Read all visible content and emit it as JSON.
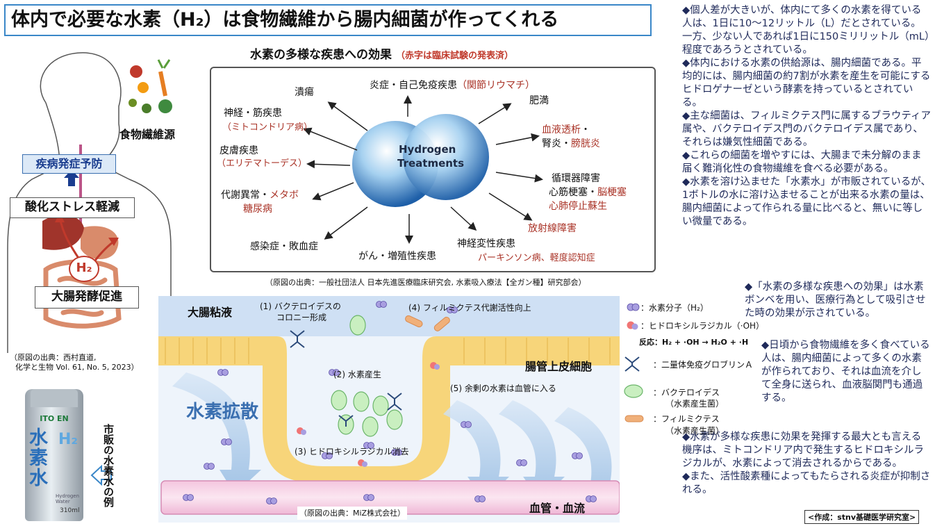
{
  "title": "体内で必要な水素（H₂）は食物繊維から腸内細菌が作ってくれる",
  "left_figure": {
    "food_label": "食物繊維源",
    "box_prevention": "疾病発症予防",
    "box_oxidative": "酸化ストレス軽減",
    "box_fermentation": "大腸発酵促進",
    "h2": "H₂",
    "cite_line1": "（原図の出典：西村直道,",
    "cite_line2": "化学と生物 Vol. 61, No. 5, 2023）"
  },
  "product": {
    "brand": "ITO EN",
    "name": "水素水",
    "h2": "H₂",
    "sub": "Hydrogen Water",
    "volume": "310ml",
    "caption": "市販の水素水の例"
  },
  "center_figure": {
    "title": "水素の多様な疾患への効果",
    "note": "（赤字は臨床試験の発表済）",
    "center_line1": "Hydrogen",
    "center_line2": "Treatments",
    "labels": {
      "ulcer": "潰瘍",
      "inflam_black": "炎症・自己免疫疾患",
      "inflam_red": "（関節リウマチ）",
      "obesity": "肥満",
      "neuro_black": "神経・筋疾患",
      "neuro_red": "（ミトコンドリア病）",
      "dialysis_red1": "血液透析",
      "dialysis_black1": "・",
      "dialysis_black2": "腎炎・",
      "dialysis_red2": "膀胱炎",
      "skin_black": "皮膚疾患",
      "skin_red": "（エリテマトーデス）",
      "circ_black1": "循環器障害",
      "circ_black2": "心筋梗塞・",
      "circ_red1": "脳梗塞",
      "circ_red2": "心肺停止蘇生",
      "meta_black": "代謝異常・",
      "meta_red1": "メタボ",
      "meta_red2": "糖尿病",
      "radiation_red": "放射線障害",
      "infection": "感染症・敗血症",
      "cancer": "がん・増殖性疾患",
      "neurodeg_black": "神経変性疾患",
      "neurodeg_red": "パーキンソン病、軽度認知症"
    },
    "cite": "（原図の出典：一般社団法人 日本先進医療臨床研究会, 水素吸入療法【全ガン種】研究部会）"
  },
  "bottom_figure": {
    "mucus": "大腸粘液",
    "epithelium": "腸管上皮細胞",
    "diffusion": "水素拡散",
    "vessel": "血管・血流",
    "step1_line1": "(1) バクテロイデスの",
    "step1_line2": "コロニー形成",
    "step2": "(2) 水素産生",
    "step3": "(3) ヒドロキシルラジカル消去",
    "step4": "(4) フィルミクテス代謝活性向上",
    "step5": "(5) 余剰の水素は血管に入る",
    "cite": "（原図の出典：MiZ株式会社）"
  },
  "legend": {
    "h2": "：水素分子（H₂）",
    "oh": "：ヒドロキシルラジカル（·OH）",
    "reaction": "反応：H₂ + ·OH → H₂O + ·H",
    "igA": "：二量体免疫グロブリンＡ",
    "bact_line1": "：バクテロイデス",
    "bact_line2": "（水素産生菌）",
    "firm_line1": "：フィルミクテス",
    "firm_line2": "（水素産生菌）"
  },
  "right_text": [
    "◆個人差が大きいが、体内にて多くの水素を得ている人は、1日に10〜12リットル（L）だとされている。一方、少ない人であれば1日に150ミリリットル（mL）程度であろうとされている。",
    "◆体内における水素の供給源は、腸内細菌である。平均的には、腸内細菌の約7割が水素を産生を可能にするヒドロゲナーゼという酵素を持っているとされている。",
    "◆主な細菌は、フィルミクテス門に属するブラウティア属や、バクテロイデス門のバクテロイデス属であり、それらは嫌気性細菌である。",
    "◆これらの細菌を増やすには、大腸まで未分解のまま届く難消化性の食物繊維を食べる必要がある。",
    "◆水素を溶け込ませた「水素水」が市販されているが、1ボトルの水に溶け込ませることが出来る水素の量は、腸内細菌によって作られる量に比べると、無いに等しい微量である。",
    "◆「水素の多様な疾患への効果」は水素ボンベを用い、医療行為として吸引させた時の効果が示されている。",
    "◆日頃から食物繊維を多く食べている人は、腸内細菌によって多くの水素が作られており、それは血流を介して全身に送られ、血液脳関門も通過する。",
    "◆水素が多様な疾患に効果を発揮する最大とも言える機序は、ミトコンドリア内で発生するヒドロキシルラジカルが、水素によって消去されるからである。",
    "◆また、活性酸素種によってもたらされる炎症が抑制される。"
  ],
  "credit": "<作成：stnv基礎医学研究室>",
  "colors": {
    "title_border": "#3a87c8",
    "red_text": "#a93226",
    "right_text": "#1f2a5a"
  }
}
